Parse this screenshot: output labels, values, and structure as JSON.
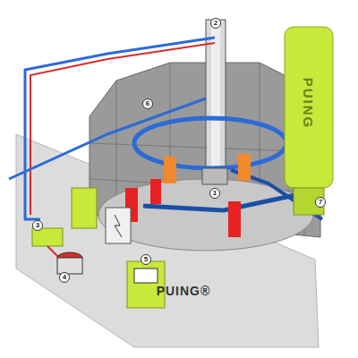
{
  "diagram": {
    "labels": [
      "PUING",
      "PUING®",
      "1",
      "2",
      "3",
      "4",
      "5",
      "6",
      "7"
    ]
  }
}
